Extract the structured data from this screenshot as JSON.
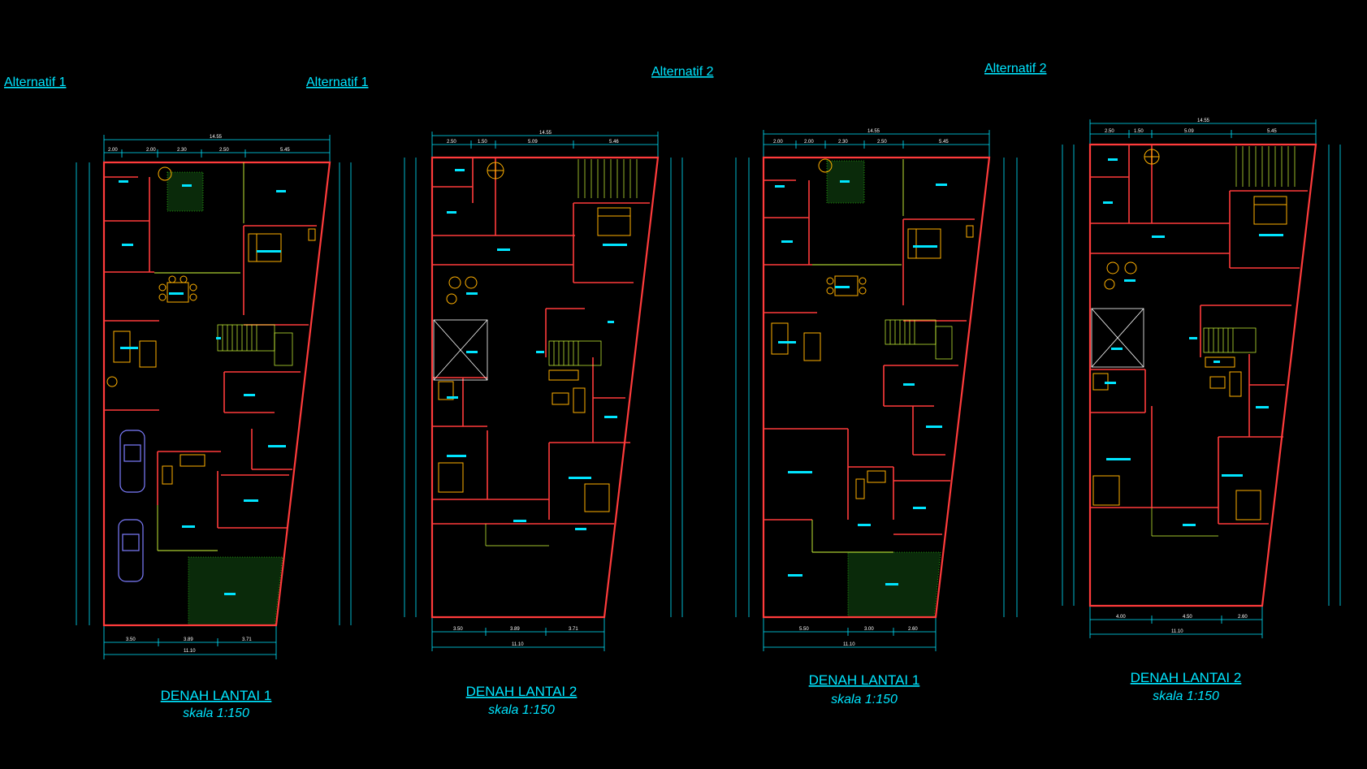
{
  "headers": [
    {
      "text": "Alternatif  1"
    },
    {
      "text": "Alternatif  1"
    },
    {
      "text": "Alternatif  2"
    },
    {
      "text": "Alternatif  2"
    }
  ],
  "plans": [
    {
      "title": "DENAH LANTAI 1",
      "scale": "skala 1:150",
      "overall_top": "14.55",
      "overall_bottom": "11.10",
      "top_segments": [
        "2.00",
        "2.00",
        "2.30",
        "2.50",
        "5.45"
      ],
      "bottom_segments": [
        "3.50",
        "3.89",
        "3.71"
      ]
    },
    {
      "title": "DENAH LANTAI  2",
      "scale": "skala 1:150",
      "overall_top": "14.55",
      "overall_bottom": "11.10",
      "top_segments": [
        "2.50",
        "1.50",
        "5.09",
        "5.46"
      ],
      "bottom_segments": [
        "3.50",
        "3.89",
        "3.71"
      ]
    },
    {
      "title": "DENAH LANTAI 1",
      "scale": "skala 1:150",
      "overall_top": "14.55",
      "overall_bottom": "11.10",
      "top_segments": [
        "2.00",
        "2.00",
        "2.30",
        "2.50",
        "5.45"
      ],
      "bottom_segments": [
        "5.50",
        "3.00",
        "2.60"
      ]
    },
    {
      "title": "DENAH LANTAI 2",
      "scale": "skala 1:150",
      "overall_top": "14.55",
      "overall_bottom": "11.10",
      "top_segments": [
        "2.50",
        "1.50",
        "5.09",
        "5.45"
      ],
      "bottom_segments": [
        "4.00",
        "4.50",
        "2.60"
      ]
    }
  ],
  "colors": {
    "background": "#000000",
    "label": "#00e5ff",
    "wall": "#ff3b3b",
    "dimension": "#00e5ff",
    "furniture": "#ffb000",
    "hatch": "#39ff14",
    "car": "#7d7dff"
  }
}
